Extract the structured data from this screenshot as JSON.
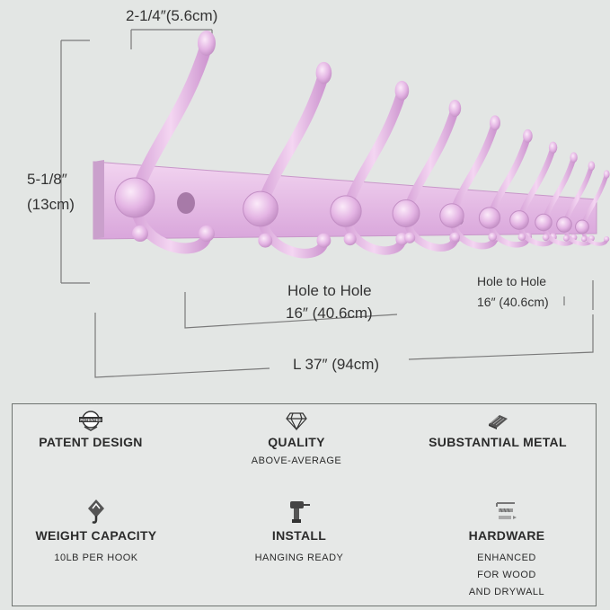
{
  "image": {
    "product": "pink wall-mounted coat rack with tri-hooks",
    "colors": {
      "background": "#e3e6e4",
      "rack": "#e8bfe6",
      "rack_shade": "#c98fcb",
      "line": "#6b6b6b"
    }
  },
  "dimensions": {
    "hook_width": "2-1/4″(5.6cm)",
    "height_line1": "5-1/8″",
    "height_line2": "(13cm)",
    "hole_a_line1": "Hole to Hole",
    "hole_a_line2": "16″ (40.6cm)",
    "hole_b_line1": "Hole to Hole",
    "hole_b_line2": "16″ (40.6cm)",
    "length": "L 37″ (94cm)"
  },
  "features": [
    {
      "title": "PATENT DESIGN",
      "sub": "",
      "icon": "patent-seal-icon",
      "badge": "PATENTED"
    },
    {
      "title": "QUALITY",
      "sub": "ABOVE-AVERAGE",
      "icon": "diamond-icon"
    },
    {
      "title": "SUBSTANTIAL METAL",
      "sub": "",
      "icon": "metal-plate-icon"
    },
    {
      "title": "WEIGHT CAPACITY",
      "sub": "10LB PER HOOK",
      "icon": "weight-hook-icon"
    },
    {
      "title": "INSTALL",
      "sub": "HANGING READY",
      "icon": "drill-icon"
    },
    {
      "title": "HARDWARE",
      "sub": "ENHANCED FOR WOOD AND DRYWALL",
      "sub_lines": [
        "ENHANCED",
        "FOR WOOD",
        "AND DRYWALL"
      ],
      "icon": "screws-icon"
    }
  ]
}
